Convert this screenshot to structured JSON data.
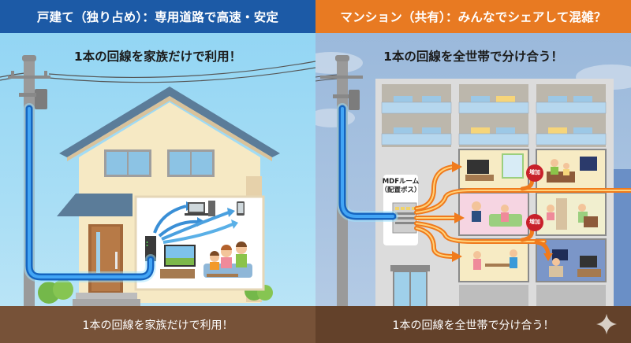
{
  "left_panel": {
    "header": "戸建て（独り占め）：専用道路で高速・安定",
    "subtitle": "1本の回線を家族だけで利用！",
    "footer": "1本の回線を家族だけで利用！",
    "colors": {
      "header_bg": "#1c5aa6",
      "sky": "#8fd4f3",
      "cable": "#1e88e5",
      "footer_bg": "#775238"
    },
    "scene": {
      "elements": [
        "utility-pole",
        "fiber-cable",
        "detached-house",
        "wifi-router",
        "laptop",
        "desktop-pc",
        "smartphone",
        "tv",
        "family"
      ]
    }
  },
  "right_panel": {
    "header": "マンション（共有）：みんなでシェアして混雑？",
    "subtitle": "1本の回線を全世帯で分け合う！",
    "footer": "1本の回線を全世帯で分け合う！",
    "mdf_label_line1": "MDFルーム",
    "mdf_label_line2": "（配置ボス）",
    "badges": [
      "増加",
      "増加"
    ],
    "colors": {
      "header_bg": "#e87a22",
      "sky": "#98b7da",
      "branch_lines": "#f07a1c",
      "badge": "#c8202a",
      "footer_bg": "#63412a"
    },
    "scene": {
      "elements": [
        "utility-pole",
        "fiber-cable",
        "apartment-building",
        "mdf-box",
        "branch-lines",
        "apartment-units"
      ]
    }
  }
}
